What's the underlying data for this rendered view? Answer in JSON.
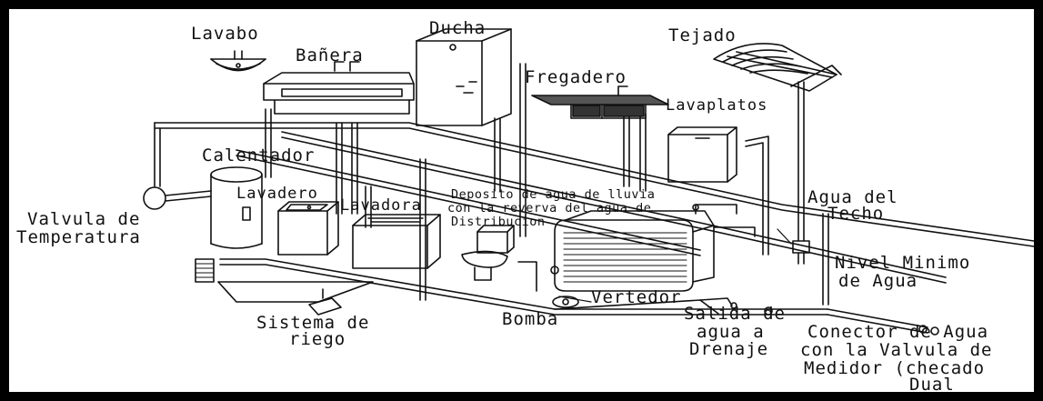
{
  "labels": {
    "lavabo": "Lavabo",
    "banera": "Bañera",
    "ducha": "Ducha",
    "fregadero": "Fregadero",
    "tejado": "Tejado",
    "lavaplatos": "Lavaplatos",
    "calentador": "Calentador",
    "lavadero": "Lavadero",
    "lavadora": "Lavadora",
    "valvula_temp_1": "Valvula de",
    "valvula_temp_2": "Temperatura",
    "deposito_1": "Deposito de agua de lluvia",
    "deposito_2": "con la reverva del agua de",
    "deposito_3": "Distribucion",
    "agua_techo_1": "Agua del",
    "agua_techo_2": "Techo",
    "nivel_1": "Nivel Minimo",
    "nivel_2": "de Agua",
    "sistema_1": "Sistema de",
    "sistema_2": "riego",
    "bomba": "Bomba",
    "vertedor": "Vertedor",
    "salida_1": "Salida de",
    "salida_2": "agua a",
    "salida_3": "Drenaje",
    "conector_1": "Conector de Agua",
    "conector_2": "con la Valvula de",
    "conector_3": "Medidor (checado",
    "conector_4": "Dual"
  }
}
